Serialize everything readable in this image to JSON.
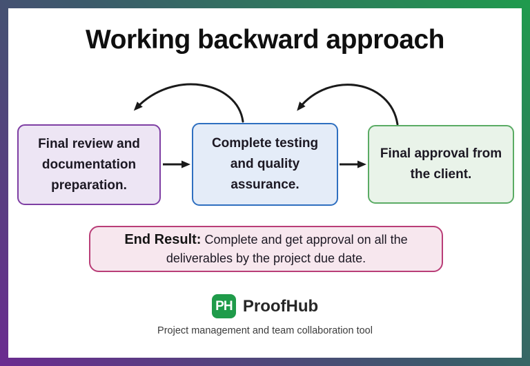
{
  "title": "Working backward approach",
  "boxes": [
    {
      "label": "Final review and documentation preparation.",
      "border_color": "#7e3ea3",
      "bg_color": "#ede5f4"
    },
    {
      "label": "Complete testing and quality assurance.",
      "border_color": "#2e6fc0",
      "bg_color": "#e4ecf8"
    },
    {
      "label": "Final approval from the client.",
      "border_color": "#5aab64",
      "bg_color": "#e9f3e9"
    }
  ],
  "flow": {
    "forward_arrows": [
      "box1-to-box2",
      "box2-to-box3"
    ],
    "backward_arrows": [
      "box2-to-box1",
      "box3-to-box2"
    ],
    "arrow_color": "#1a1a1a"
  },
  "end_result": {
    "heading": "End Result:",
    "body": "Complete and get approval on all the deliverables by the project due date.",
    "border_color": "#b93d77",
    "bg_color": "#f7e7ee"
  },
  "brand": {
    "logo_text": "PH",
    "logo_color": "#1f9b4a",
    "name": "ProofHub",
    "tagline": "Project management and team collaboration tool"
  },
  "frame_gradient": {
    "bottom_left": "#6b2b90",
    "middle": "#3c5a6b",
    "top_right": "#1f9b4d"
  }
}
